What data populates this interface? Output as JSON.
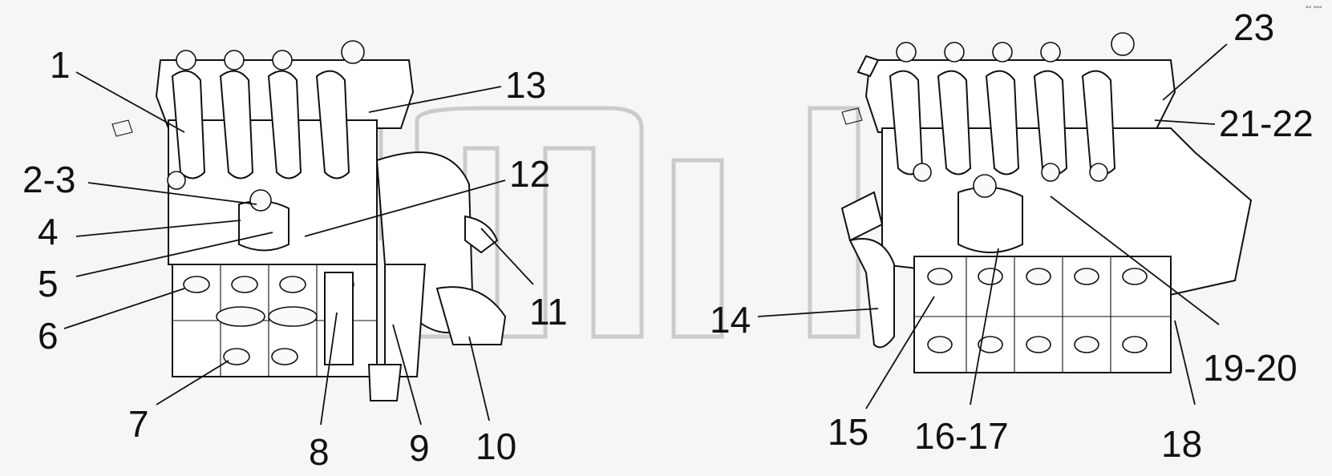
{
  "watermark": {
    "text": "gmcib"
  },
  "corner_mark": "°° °°°",
  "labels": {
    "l1": "1",
    "l2_3": "2-3",
    "l4": "4",
    "l5": "5",
    "l6": "6",
    "l7": "7",
    "l8": "8",
    "l9": "9",
    "l10": "10",
    "l11": "11",
    "l12": "12",
    "l13": "13",
    "l14": "14",
    "l15": "15",
    "l16_17": "16-17",
    "l18": "18",
    "l19_20": "19-20",
    "l21_22": "21-22",
    "l23": "23"
  }
}
